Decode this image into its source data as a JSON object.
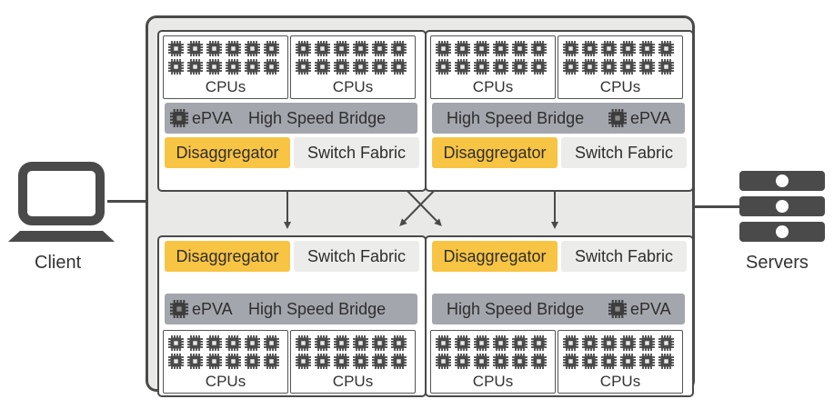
{
  "diagram": {
    "client": {
      "label": "Client",
      "icon": "laptop-icon"
    },
    "servers": {
      "label": "Servers",
      "icon": "server-stack-icon"
    },
    "colors": {
      "disaggregator": "#f8c443",
      "bridge": "#a3a6ad",
      "switch": "#ececea",
      "chassis": "#e9e9e7",
      "stroke": "#4a4a4a"
    },
    "nodes": [
      {
        "cpu_labels": [
          "CPUs",
          "CPUs"
        ],
        "epva": "ePVA",
        "bridge": "High Speed Bridge",
        "disaggregator": "Disaggregator",
        "switch_fabric": "Switch Fabric"
      },
      {
        "cpu_labels": [
          "CPUs",
          "CPUs"
        ],
        "epva": "ePVA",
        "bridge": "High Speed Bridge",
        "disaggregator": "Disaggregator",
        "switch_fabric": "Switch Fabric"
      },
      {
        "cpu_labels": [
          "CPUs",
          "CPUs"
        ],
        "epva": "ePVA",
        "bridge": "High Speed Bridge",
        "disaggregator": "Disaggregator",
        "switch_fabric": "Switch Fabric"
      },
      {
        "cpu_labels": [
          "CPUs",
          "CPUs"
        ],
        "epva": "ePVA",
        "bridge": "High Speed Bridge",
        "disaggregator": "Disaggregator",
        "switch_fabric": "Switch Fabric"
      }
    ],
    "connections": [
      "node0-node2 vertical bidirectional",
      "node1-node3 vertical bidirectional",
      "diagonal cross bidirectional"
    ]
  }
}
